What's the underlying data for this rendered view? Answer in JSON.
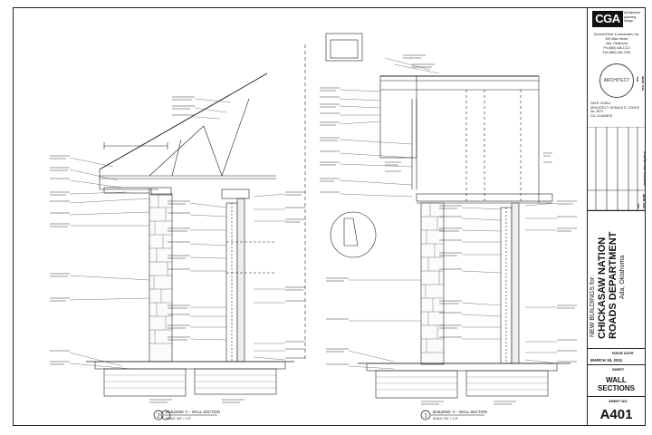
{
  "titleblock": {
    "logo": "CGA",
    "logo_sub": "architecture planning design",
    "firm_lines": [
      "Donnell Elmer & Associates, Inc.",
      "819 Main Street",
      "Ada, Oklahoma",
      "Ph (580) 436-1212",
      "Fax (580) 436-7000"
    ],
    "seal_label": "ARCHITECT",
    "seal_lines": [
      "DATE: 3/18/11",
      "ARCHITECT: DONALD E. COOKE",
      "No. 3872",
      "CA: CA #00876"
    ],
    "revision_headers": [
      "no.",
      "rev. date",
      "revision description"
    ],
    "project_label": "NEW BUILDINGS for:",
    "project_name_1": "CHICKASAW NATION",
    "project_name_2": "ROADS DEPARTMENT",
    "project_location": "Ada, Oklahoma",
    "issue_label": "ISSUE DATE",
    "issue_date": "MARCH 18, 2011",
    "sheet_label": "SHEET",
    "sheet_title_1": "WALL",
    "sheet_title_2": "SECTIONS",
    "sheet_no_label": "SHEET NO.",
    "sheet_no": "A401"
  },
  "details": {
    "left_num": "2",
    "left_title": "BUILDING 'A' - WALL SECTION",
    "left_scale": "SCALE: 3/4\" = 1'-0\"",
    "right_num": "1",
    "right_title": "BUILDING 'A' - WALL SECTION",
    "right_scale": "SCALE: 3/4\" = 1'-0\""
  }
}
